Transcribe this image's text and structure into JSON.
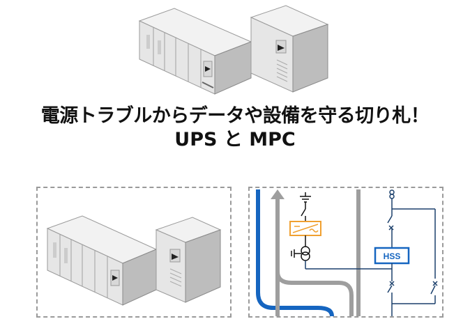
{
  "heading": {
    "line1": "電源トラブルからデータや設備を守る切り札！",
    "line2": "UPS と MPC"
  },
  "diagram": {
    "hss_label": "HSS"
  },
  "colors": {
    "accent_blue": "#1565c0",
    "converter_orange": "#f0a030",
    "cabinet_light": "#e9e9e9",
    "cabinet_mid": "#cfcfcf",
    "cabinet_dark": "#a9a9a9",
    "path_gray": "#9e9e9e"
  }
}
